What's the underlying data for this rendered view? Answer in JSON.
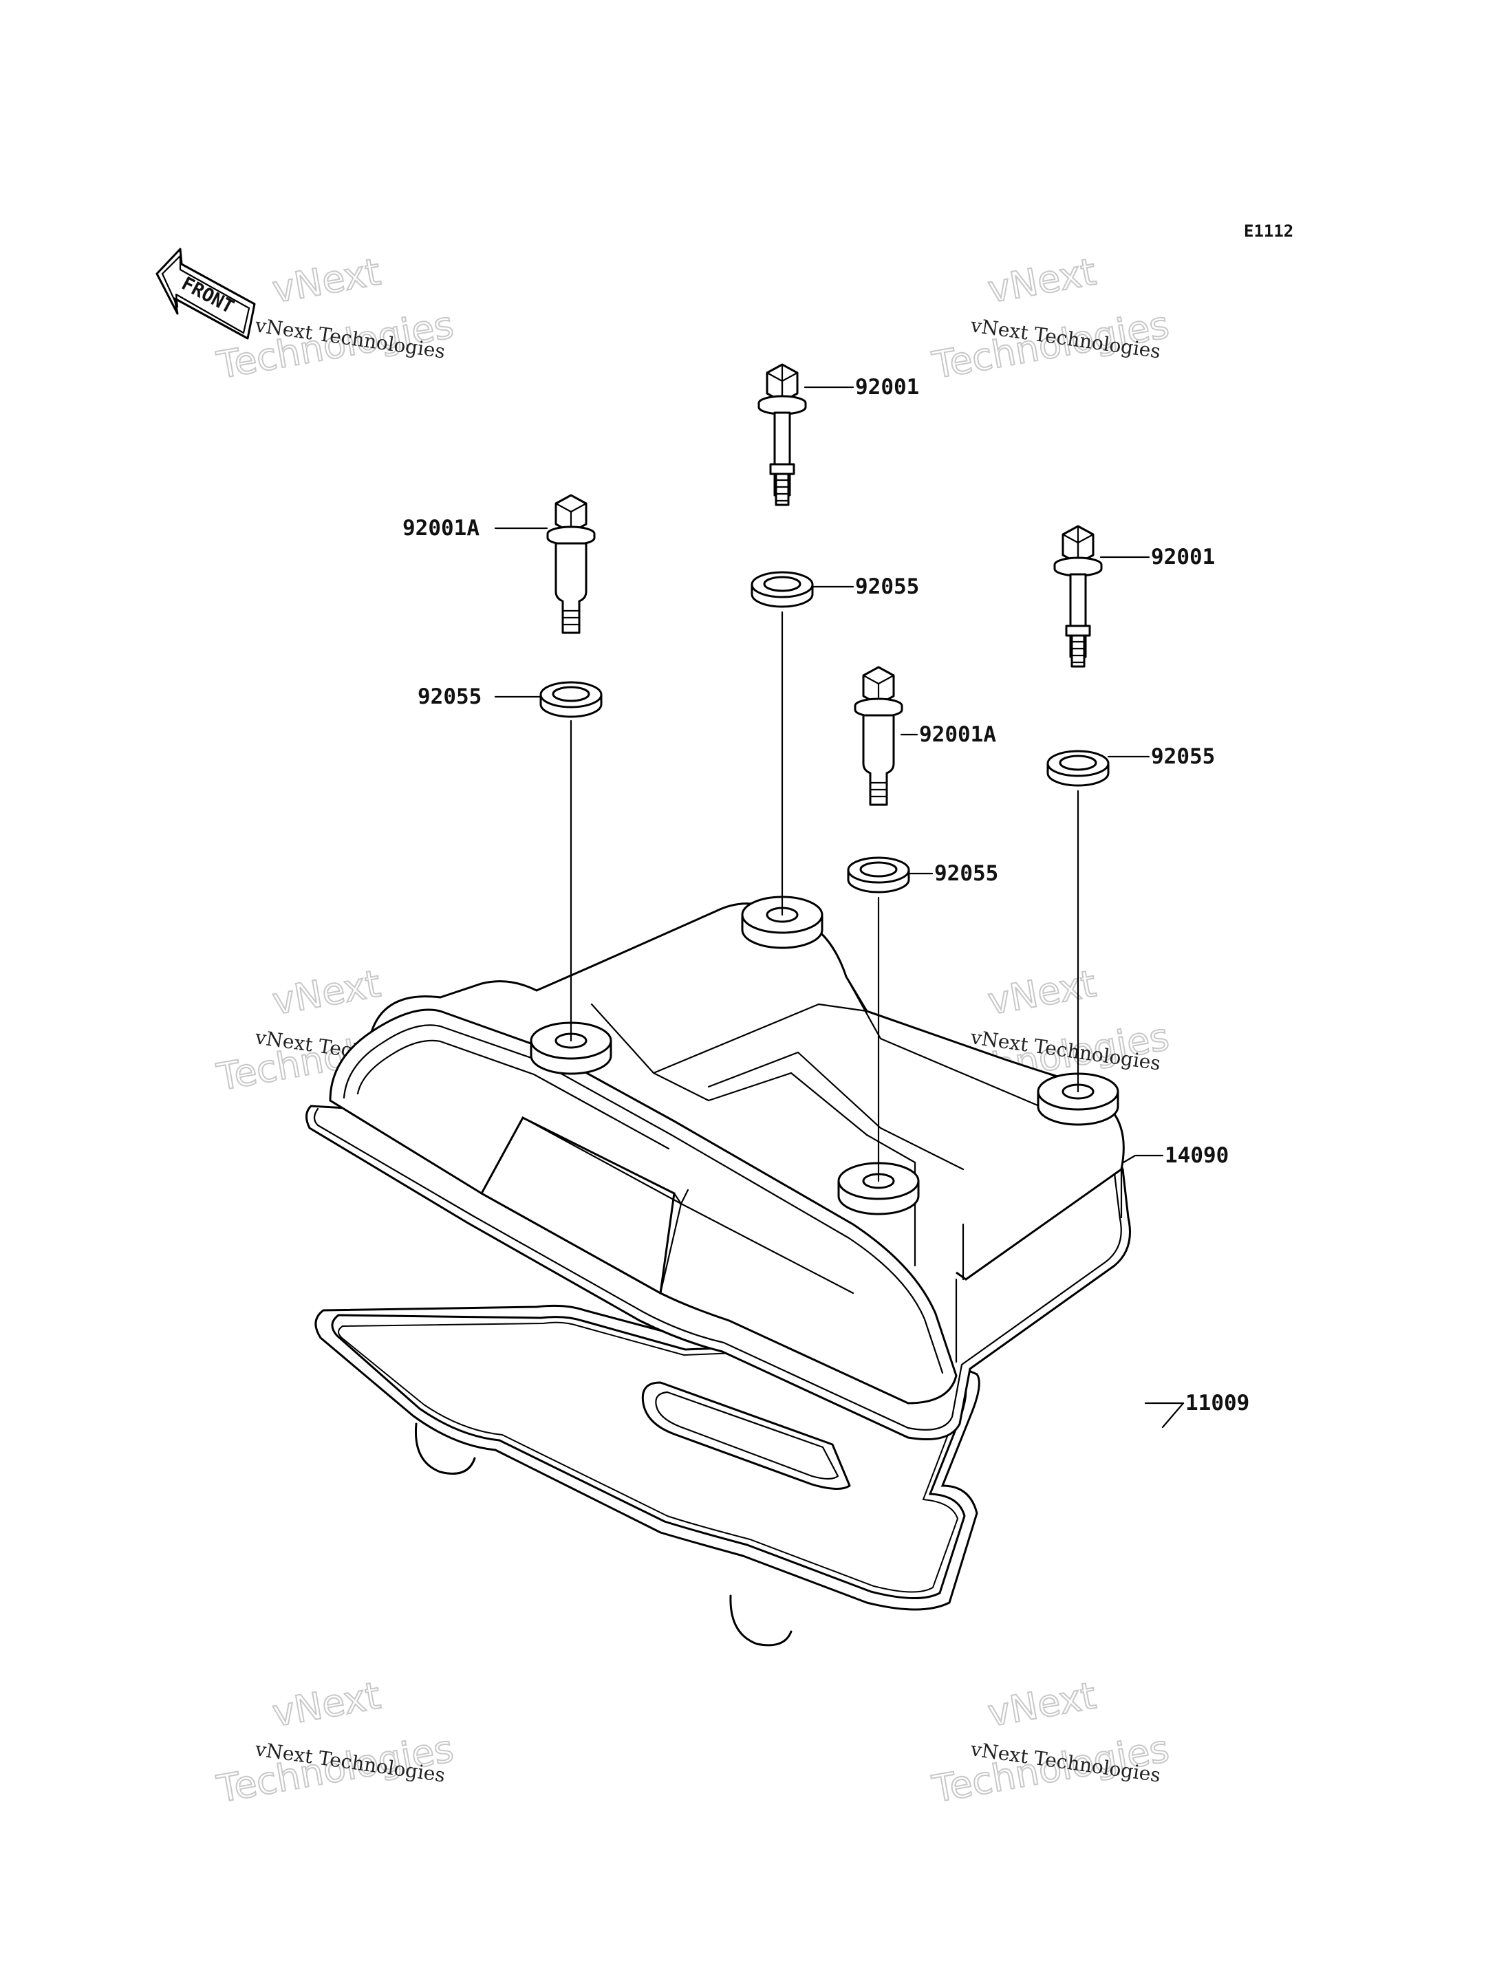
{
  "diagram": {
    "code": "E1112",
    "front_label": "FRONT",
    "parts": {
      "bolt_top": "92001",
      "bolt_left": "92001A",
      "bolt_right": "92001",
      "bolt_middle": "92001A",
      "washer_top": "92055",
      "washer_left": "92055",
      "washer_right": "92055",
      "washer_middle": "92055",
      "cylinder_head_cover": "14090",
      "gasket": "11009"
    }
  },
  "watermark": {
    "small": "vNext Technologies",
    "big_line1": "vNext",
    "big_line2": "Technologies"
  }
}
